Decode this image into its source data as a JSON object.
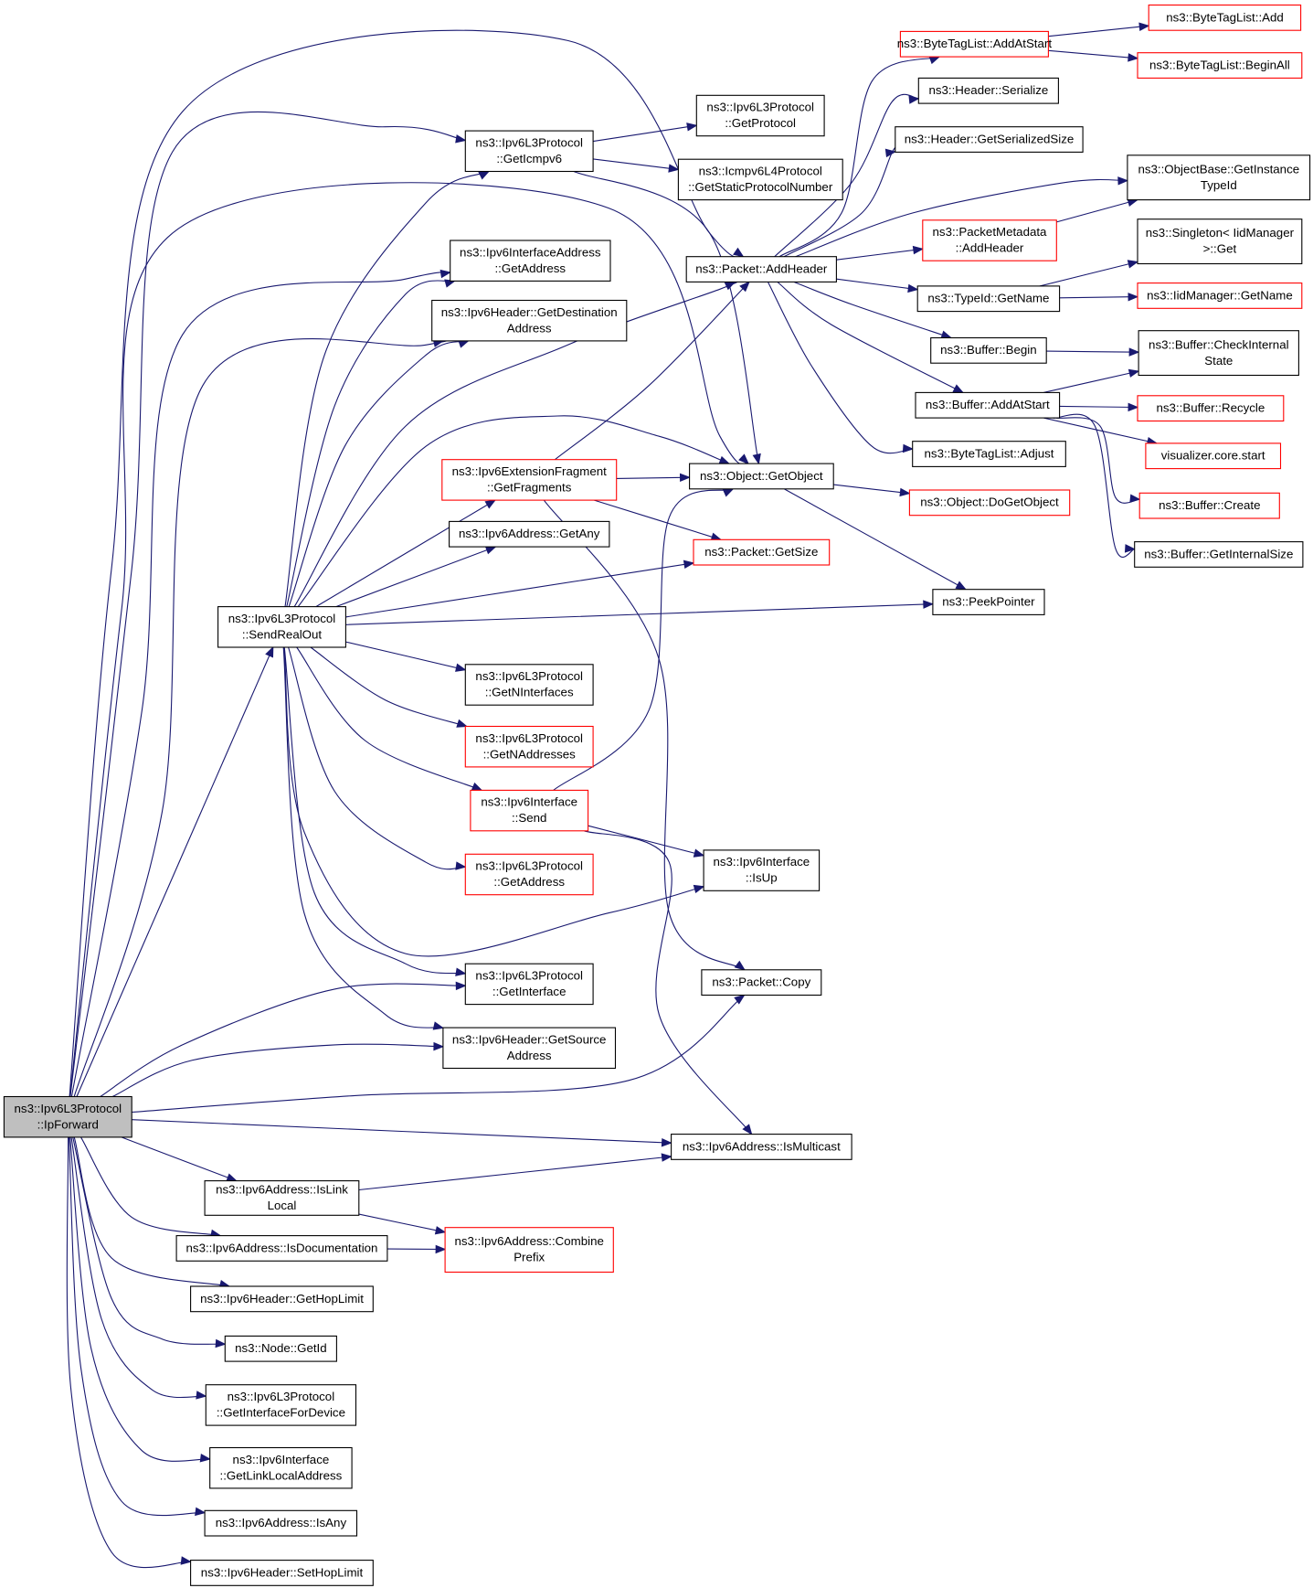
{
  "colors": {
    "edge": "#191970",
    "node_border": "#000000",
    "truncated_border": "#ff0000",
    "root_fill": "#bfbfbf",
    "node_fill": "#ffffff",
    "text": "#000000"
  },
  "nodes": [
    {
      "id": "ipforward",
      "lines": [
        "ns3::Ipv6L3Protocol",
        "::IpForward"
      ],
      "style": "root"
    },
    {
      "id": "sendrealout",
      "lines": [
        "ns3::Ipv6L3Protocol",
        "::SendRealOut"
      ],
      "style": "normal"
    },
    {
      "id": "geticmpv6",
      "lines": [
        "ns3::Ipv6L3Protocol",
        "::GetIcmpv6"
      ],
      "style": "normal"
    },
    {
      "id": "ifaddr_getaddress",
      "lines": [
        "ns3::Ipv6InterfaceAddress",
        "::GetAddress"
      ],
      "style": "normal"
    },
    {
      "id": "hdr_getdest",
      "lines": [
        "ns3::Ipv6Header::GetDestination",
        "Address"
      ],
      "style": "normal"
    },
    {
      "id": "getfragments",
      "lines": [
        "ns3::Ipv6ExtensionFragment",
        "::GetFragments"
      ],
      "style": "truncated"
    },
    {
      "id": "getany",
      "lines": [
        "ns3::Ipv6Address::GetAny"
      ],
      "style": "normal"
    },
    {
      "id": "getninterfaces",
      "lines": [
        "ns3::Ipv6L3Protocol",
        "::GetNInterfaces"
      ],
      "style": "normal"
    },
    {
      "id": "getnaddresses",
      "lines": [
        "ns3::Ipv6L3Protocol",
        "::GetNAddresses"
      ],
      "style": "truncated"
    },
    {
      "id": "iface_send",
      "lines": [
        "ns3::Ipv6Interface",
        "::Send"
      ],
      "style": "truncated"
    },
    {
      "id": "l3_getaddress",
      "lines": [
        "ns3::Ipv6L3Protocol",
        "::GetAddress"
      ],
      "style": "truncated"
    },
    {
      "id": "getinterface",
      "lines": [
        "ns3::Ipv6L3Protocol",
        "::GetInterface"
      ],
      "style": "normal"
    },
    {
      "id": "hdr_getsource",
      "lines": [
        "ns3::Ipv6Header::GetSource",
        "Address"
      ],
      "style": "normal"
    },
    {
      "id": "islinklocal",
      "lines": [
        "ns3::Ipv6Address::IsLink",
        "Local"
      ],
      "style": "normal"
    },
    {
      "id": "isdocumentation",
      "lines": [
        "ns3::Ipv6Address::IsDocumentation"
      ],
      "style": "normal"
    },
    {
      "id": "gethoplimit",
      "lines": [
        "ns3::Ipv6Header::GetHopLimit"
      ],
      "style": "normal"
    },
    {
      "id": "node_getid",
      "lines": [
        "ns3::Node::GetId"
      ],
      "style": "normal"
    },
    {
      "id": "getinterfacefordevice",
      "lines": [
        "ns3::Ipv6L3Protocol",
        "::GetInterfaceForDevice"
      ],
      "style": "normal"
    },
    {
      "id": "getlinklocaladdress",
      "lines": [
        "ns3::Ipv6Interface",
        "::GetLinkLocalAddress"
      ],
      "style": "normal"
    },
    {
      "id": "isany",
      "lines": [
        "ns3::Ipv6Address::IsAny"
      ],
      "style": "normal"
    },
    {
      "id": "sethoplimit",
      "lines": [
        "ns3::Ipv6Header::SetHopLimit"
      ],
      "style": "normal"
    },
    {
      "id": "getprotocol",
      "lines": [
        "ns3::Ipv6L3Protocol",
        "::GetProtocol"
      ],
      "style": "normal"
    },
    {
      "id": "getstaticprotocolnumber",
      "lines": [
        "ns3::Icmpv6L4Protocol",
        "::GetStaticProtocolNumber"
      ],
      "style": "normal"
    },
    {
      "id": "addheader",
      "lines": [
        "ns3::Packet::AddHeader"
      ],
      "style": "normal"
    },
    {
      "id": "getobject",
      "lines": [
        "ns3::Object::GetObject"
      ],
      "style": "normal"
    },
    {
      "id": "packet_getsize",
      "lines": [
        "ns3::Packet::GetSize"
      ],
      "style": "truncated"
    },
    {
      "id": "isup",
      "lines": [
        "ns3::Ipv6Interface",
        "::IsUp"
      ],
      "style": "normal"
    },
    {
      "id": "packet_copy",
      "lines": [
        "ns3::Packet::Copy"
      ],
      "style": "normal"
    },
    {
      "id": "ismulticast",
      "lines": [
        "ns3::Ipv6Address::IsMulticast"
      ],
      "style": "normal"
    },
    {
      "id": "combineprefix",
      "lines": [
        "ns3::Ipv6Address::Combine",
        "Prefix"
      ],
      "style": "truncated"
    },
    {
      "id": "btl_addatstart",
      "lines": [
        "ns3::ByteTagList::AddAtStart"
      ],
      "style": "truncated"
    },
    {
      "id": "hdr_serialize",
      "lines": [
        "ns3::Header::Serialize"
      ],
      "style": "normal"
    },
    {
      "id": "hdr_getserializedsize",
      "lines": [
        "ns3::Header::GetSerializedSize"
      ],
      "style": "normal"
    },
    {
      "id": "pm_addheader",
      "lines": [
        "ns3::PacketMetadata",
        "::AddHeader"
      ],
      "style": "truncated"
    },
    {
      "id": "typeid_getname",
      "lines": [
        "ns3::TypeId::GetName"
      ],
      "style": "normal"
    },
    {
      "id": "buffer_begin",
      "lines": [
        "ns3::Buffer::Begin"
      ],
      "style": "normal"
    },
    {
      "id": "buffer_addatstart",
      "lines": [
        "ns3::Buffer::AddAtStart"
      ],
      "style": "normal"
    },
    {
      "id": "btl_adjust",
      "lines": [
        "ns3::ByteTagList::Adjust"
      ],
      "style": "normal"
    },
    {
      "id": "dogetobject",
      "lines": [
        "ns3::Object::DoGetObject"
      ],
      "style": "truncated"
    },
    {
      "id": "peekpointer",
      "lines": [
        "ns3::PeekPointer"
      ],
      "style": "normal"
    },
    {
      "id": "btl_add",
      "lines": [
        "ns3::ByteTagList::Add"
      ],
      "style": "truncated"
    },
    {
      "id": "btl_beginall",
      "lines": [
        "ns3::ByteTagList::BeginAll"
      ],
      "style": "truncated"
    },
    {
      "id": "getinstancetypeid",
      "lines": [
        "ns3::ObjectBase::GetInstance",
        "TypeId"
      ],
      "style": "normal"
    },
    {
      "id": "singleton_get",
      "lines": [
        "ns3::Singleton< IidManager",
        ">::Get"
      ],
      "style": "normal"
    },
    {
      "id": "iidmanager_getname",
      "lines": [
        "ns3::IidManager::GetName"
      ],
      "style": "truncated"
    },
    {
      "id": "checkinternalstate",
      "lines": [
        "ns3::Buffer::CheckInternal",
        "State"
      ],
      "style": "normal"
    },
    {
      "id": "buffer_recycle",
      "lines": [
        "ns3::Buffer::Recycle"
      ],
      "style": "truncated"
    },
    {
      "id": "visualizer_start",
      "lines": [
        "visualizer.core.start"
      ],
      "style": "truncated"
    },
    {
      "id": "buffer_create",
      "lines": [
        "ns3::Buffer::Create"
      ],
      "style": "truncated"
    },
    {
      "id": "getinternalsize",
      "lines": [
        "ns3::Buffer::GetInternalSize"
      ],
      "style": "normal"
    }
  ]
}
